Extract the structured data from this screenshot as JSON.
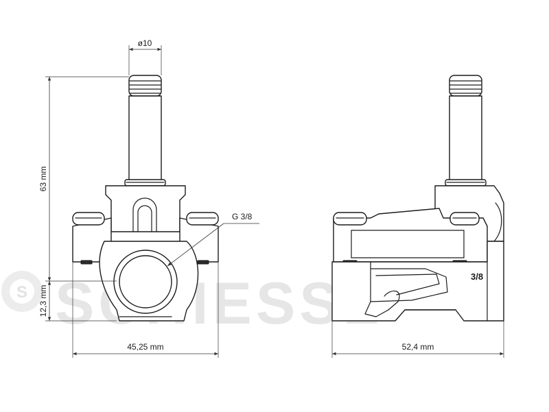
{
  "watermark": {
    "text": "SCHIESSL",
    "badge_letter": "S",
    "color": "#e6e6e6"
  },
  "dimensions": {
    "stem_diameter": "ø10",
    "total_height": "63 mm",
    "base_height": "12,3 mm",
    "front_width": "45,25 mm",
    "side_width": "52,4 mm"
  },
  "callouts": {
    "thread": "G 3/8",
    "port_size": "3/8"
  },
  "views": [
    {
      "name": "front view"
    },
    {
      "name": "side view"
    }
  ],
  "colors": {
    "line": "#1a1a1a",
    "dimension": "#333333",
    "background": "#ffffff"
  }
}
